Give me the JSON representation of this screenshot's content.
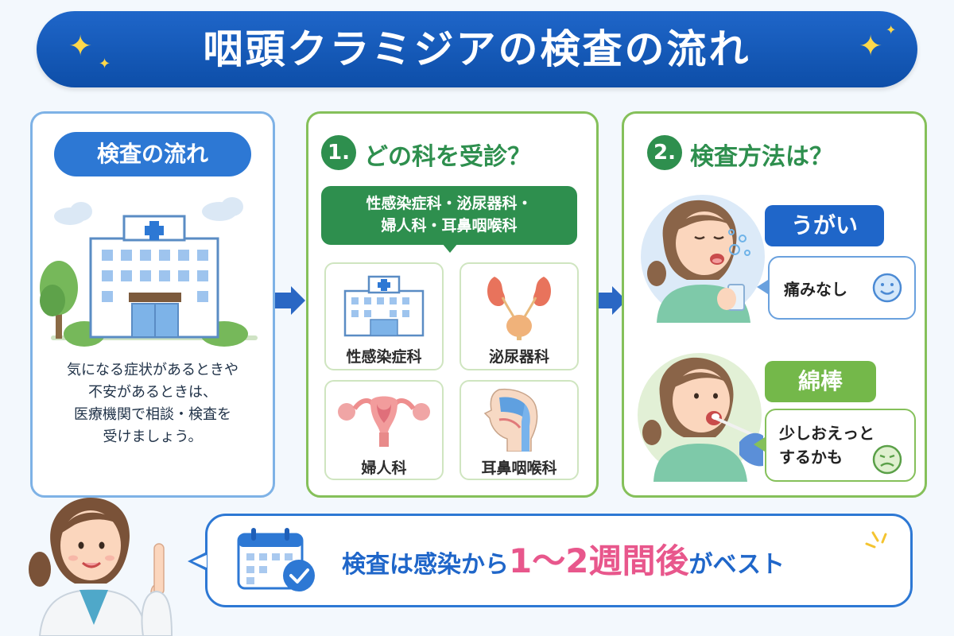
{
  "title": "咽頭クラミジアの検査の流れ",
  "left_panel": {
    "heading": "検査の流れ",
    "text_lines": [
      "気になる症状があるときや",
      "不安があるときは、",
      "医療機関で相談・検査を",
      "受けましょう。"
    ]
  },
  "mid_panel": {
    "number": "1.",
    "title": "どの科を受診？",
    "callout_lines": [
      "性感染症科・泌尿器科・",
      "婦人科・耳鼻咽喉科"
    ],
    "cards": [
      "性感染症科",
      "泌尿器科",
      "婦人科",
      "耳鼻咽喉科"
    ]
  },
  "right_panel": {
    "number": "2.",
    "title": "検査方法は？",
    "method1": {
      "label": "うがい",
      "note": "痛みなし"
    },
    "method2": {
      "label": "綿棒",
      "note_lines": [
        "少しおえっと",
        "するかも"
      ]
    }
  },
  "bottom": {
    "text_before": "検査は感染から",
    "highlight": "1〜2週間後",
    "text_after": "がベスト"
  },
  "colors": {
    "primary_blue": "#1f66c9",
    "green": "#2e8f4e",
    "light_green": "#74b84a",
    "highlight_pink": "#e8578c",
    "sparkle": "#ffd84a"
  },
  "icons": [
    "sparkle-icon",
    "hospital-icon",
    "tree-icon",
    "cloud-icon",
    "kidney-icon",
    "uterus-icon",
    "throat-icon",
    "arrow-right-icon",
    "calendar-check-icon",
    "smile-face-icon",
    "uneasy-face-icon",
    "doctor-illustration",
    "gargle-woman-illustration",
    "swab-woman-illustration"
  ]
}
